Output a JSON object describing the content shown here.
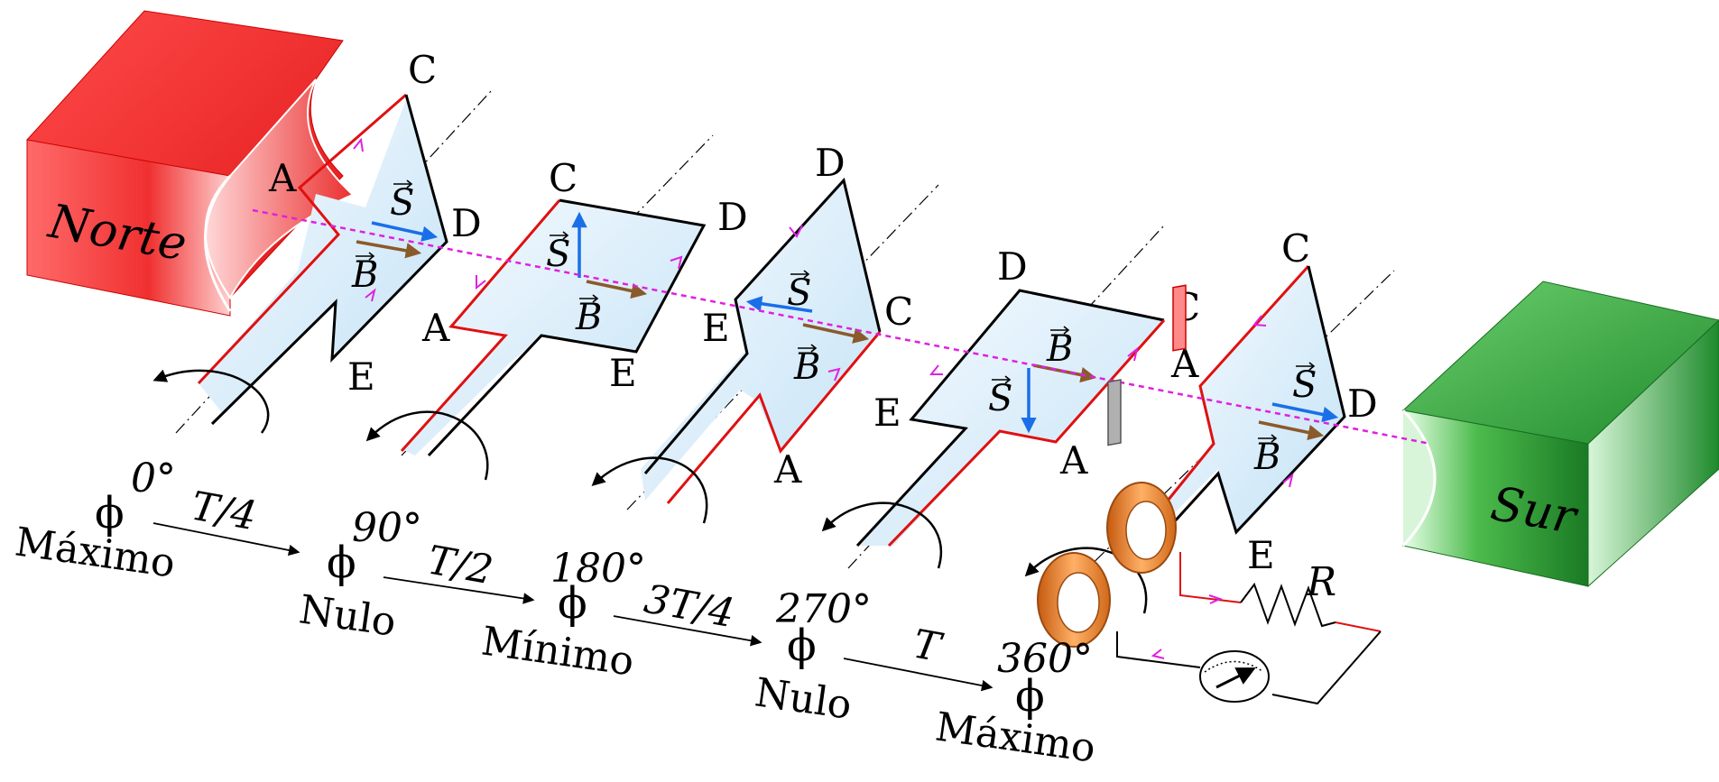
{
  "magnets": {
    "north": {
      "label": "Norte",
      "color": "#e8202a"
    },
    "south": {
      "label": "Sur",
      "color": "#1e8a2c"
    }
  },
  "vectors": {
    "s_label": "S",
    "b_label": "B",
    "s_color": "#1a6fe8",
    "b_color": "#8b5a2b"
  },
  "field_line_color": "#e020e0",
  "positions": [
    {
      "angle": "0°",
      "phi": "ϕ",
      "state": "Máximo",
      "vertices": {
        "a": "A",
        "c": "C",
        "d": "D",
        "e": "E"
      }
    },
    {
      "angle": "90°",
      "phi": "ϕ",
      "state": "Nulo",
      "vertices": {
        "a": "A",
        "c": "C",
        "d": "D",
        "e": "E"
      }
    },
    {
      "angle": "180°",
      "phi": "ϕ",
      "state": "Mínimo",
      "vertices": {
        "a": "A",
        "c": "C",
        "d": "D",
        "e": "E"
      }
    },
    {
      "angle": "270°",
      "phi": "ϕ",
      "state": "Nulo",
      "vertices": {
        "a": "A",
        "c": "C",
        "d": "D",
        "e": "E"
      }
    },
    {
      "angle": "360°",
      "phi": "ϕ",
      "state": "Máximo",
      "vertices": {
        "a": "A",
        "c": "C",
        "d": "D",
        "e": "E"
      }
    }
  ],
  "periods": [
    "T/4",
    "T/2",
    "3T/4",
    "T"
  ],
  "circuit": {
    "resistor_label": "R",
    "meter": "galvanometer-icon",
    "rings": "slip-rings"
  }
}
